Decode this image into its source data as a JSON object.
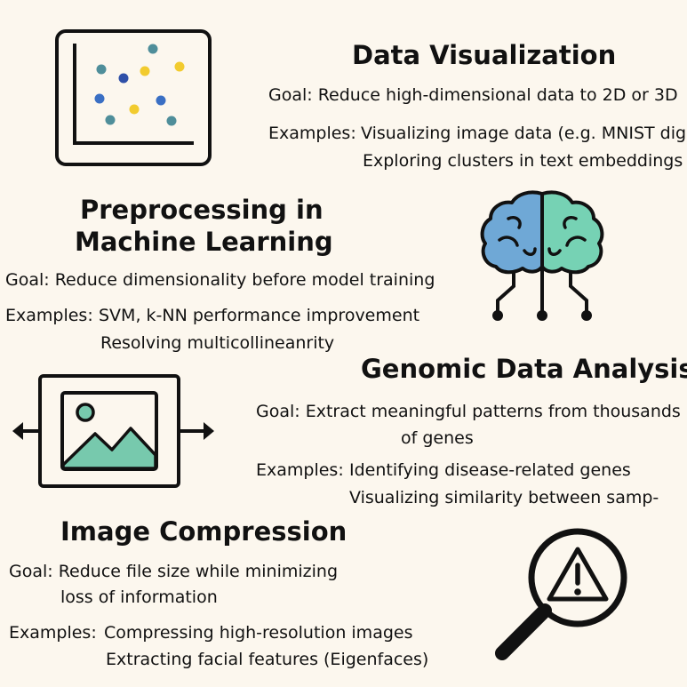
{
  "sections": {
    "data_visualization": {
      "title": "Data Visualization",
      "goal": "Goal: Reduce high-dimensional data to 2D or 3D",
      "examples_label": "Examples:",
      "examples": [
        "Visualizing image data (e.g. MNIST digits",
        "Exploring clusters in text embeddings"
      ]
    },
    "preprocessing": {
      "title_line1": "Preprocessing in",
      "title_line2": "Machine Learning",
      "goal": "Goal: Reduce dimensionality before model training",
      "examples_label": "Examples:",
      "examples": [
        "SVM, k-NN performance improvement",
        "Resolving multicollineanrity"
      ]
    },
    "genomic": {
      "title": "Genomic Data Analysis",
      "goal_line1": "Goal: Extract meaningful patterns from thousands",
      "goal_line2": "of genes",
      "examples_label": "Examples:",
      "examples": [
        "Identifying disease-related genes",
        "Visualizing similarity between samp-"
      ]
    },
    "image_compression": {
      "title": "Image Compression",
      "goal_line1": "Goal: Reduce file size while minimizing",
      "goal_line2": "loss of information",
      "examples_label": "Examples:",
      "examples": [
        "Compressing high-resolution images",
        "Extracting facial features (Eigenfaces)"
      ]
    }
  },
  "icons": {
    "scatter": "scatter-plot-icon",
    "brain": "brain-icon",
    "image": "image-resize-icon",
    "warning": "magnifier-warning-icon"
  },
  "colors": {
    "teal": "#4f8e9a",
    "blue": "#3a6fc4",
    "yellow": "#f2cb2e",
    "brain_blue": "#6fa8d6",
    "brain_green": "#76d2b4",
    "image_green": "#77c9ad"
  }
}
